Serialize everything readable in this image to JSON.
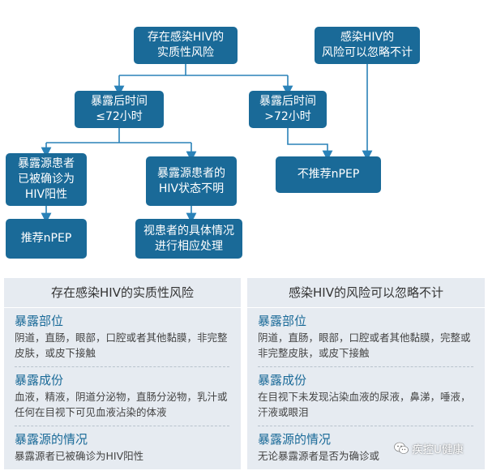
{
  "flow": {
    "root_left": "存在感染HIV的\n实质性风险",
    "root_right": "感染HIV的\n风险可以忽略不计",
    "le72": "暴露后时间\n≤72小时",
    "gt72": "暴露后时间\n>72小时",
    "confirmed": "暴露源患者\n已被确诊为\nHIV阳性",
    "unknown": "暴露源患者的\nHIV状态不明",
    "not_recommend": "不推荐nPEP",
    "recommend": "推荐nPEP",
    "case_by_case": "视患者的具体情况\n进行相应处理"
  },
  "colors": {
    "node_blue": "#1a6a98",
    "arrow": "#2a82b8",
    "panel_bg": "#e6ebf1",
    "section_title": "#1a6a98"
  },
  "left_panel": {
    "title": "存在感染HIV的实质性风险",
    "sections": [
      {
        "title": "暴露部位",
        "text": "阴道，直肠，眼部，口腔或者其他黏膜，非完整皮肤，或皮下接触"
      },
      {
        "title": "暴露成份",
        "text": "血液，精液，阴道分泌物，直肠分泌物，乳汁或任何在目视下可见血液沾染的体液"
      },
      {
        "title": "暴露源的情况",
        "text": "暴露源者已被确诊为HIV阳性"
      }
    ]
  },
  "right_panel": {
    "title": "感染HIV的风险可以忽略不计",
    "sections": [
      {
        "title": "暴露部位",
        "text": "阴道，直肠，眼部，口腔或者其他黏膜，完整或非完整皮肤，或皮下接触"
      },
      {
        "title": "暴露成份",
        "text": "在目视下未发现沾染血液的尿液，鼻涕，唾液，汗液或眼泪"
      },
      {
        "title": "暴露源的情况",
        "text": "无论暴露源者是否为确诊或"
      }
    ]
  },
  "watermark": {
    "text": "疾控U健康",
    "icon": "wechat-icon"
  }
}
